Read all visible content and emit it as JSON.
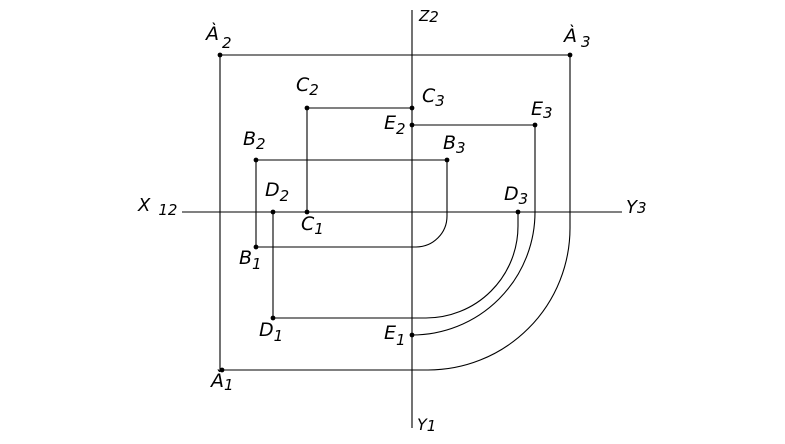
{
  "axes": {
    "x": {
      "letter": "X",
      "sub": "12"
    },
    "z": {
      "letter": "Z",
      "sub": "2"
    },
    "y3": {
      "letter": "Y",
      "sub": "3"
    },
    "y1": {
      "letter": "Y",
      "sub": "1"
    }
  },
  "points": [
    {
      "id": "A2",
      "letter": "À",
      "sub": "2"
    },
    {
      "id": "A3",
      "letter": "À",
      "sub": "3"
    },
    {
      "id": "A1",
      "letter": "À",
      "sub": "1"
    },
    {
      "id": "C2",
      "letter": "C",
      "sub": "2"
    },
    {
      "id": "C3",
      "letter": "C",
      "sub": "3"
    },
    {
      "id": "C1",
      "letter": "C",
      "sub": "1"
    },
    {
      "id": "E2",
      "letter": "E",
      "sub": "2"
    },
    {
      "id": "E3",
      "letter": "E",
      "sub": "3"
    },
    {
      "id": "E1",
      "letter": "E",
      "sub": "1"
    },
    {
      "id": "B2",
      "letter": "B",
      "sub": "2"
    },
    {
      "id": "B3",
      "letter": "B",
      "sub": "3"
    },
    {
      "id": "B1",
      "letter": "B",
      "sub": "1"
    },
    {
      "id": "D2",
      "letter": "D",
      "sub": "2"
    },
    {
      "id": "D3",
      "letter": "D",
      "sub": "3"
    },
    {
      "id": "D1",
      "letter": "D",
      "sub": "1"
    }
  ]
}
